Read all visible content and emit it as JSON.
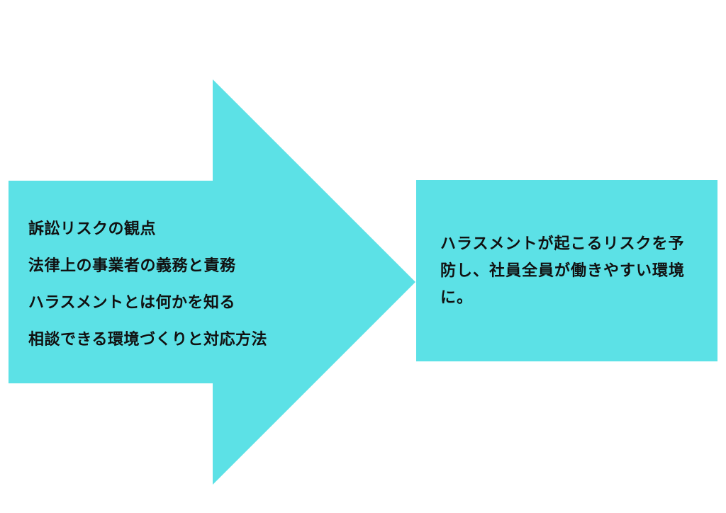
{
  "colors": {
    "shape_fill": "#5ce1e6",
    "text": "#111111",
    "background": "#ffffff"
  },
  "arrow": {
    "items": [
      "訴訟リスクの観点",
      "法律上の事業者の義務と責務",
      "ハラスメントとは何かを知る",
      "相談できる環境づくりと対応方法"
    ]
  },
  "result": {
    "text": "ハラスメントが起こるリスクを予防し、社員全員が働きやすい環境に。"
  }
}
